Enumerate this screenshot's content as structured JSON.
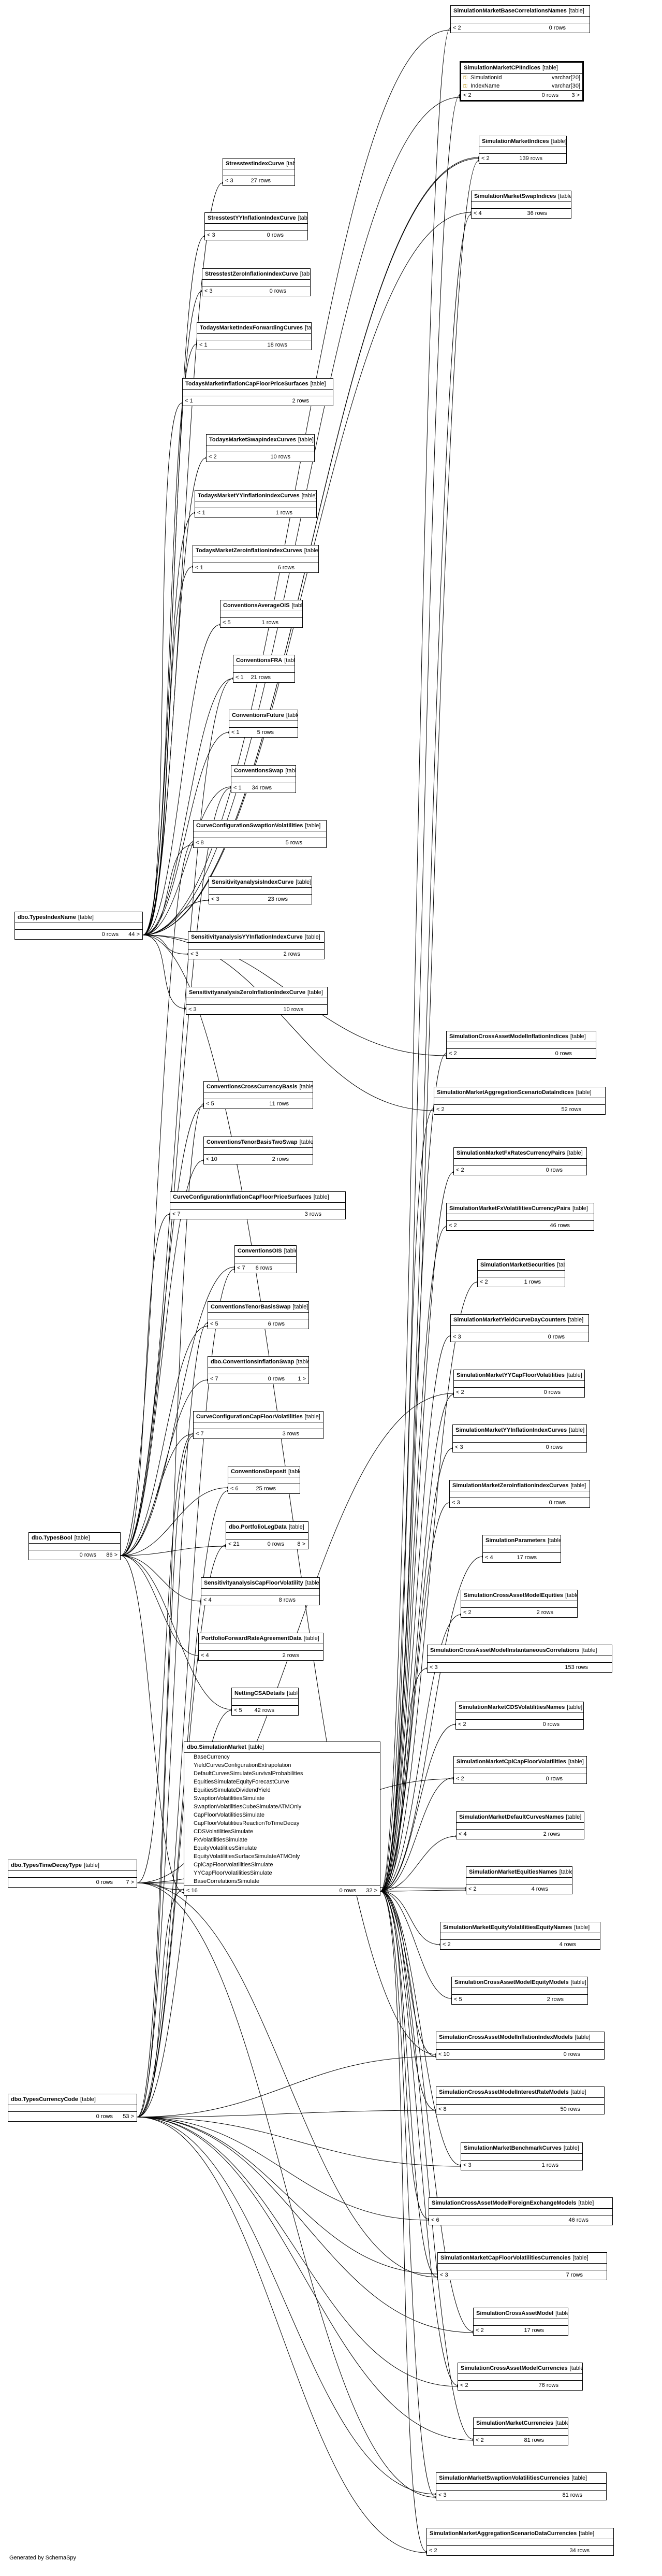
{
  "diagram": {
    "credit": "Generated by SchemaSpy",
    "line_color": "#000000",
    "tables": [
      {
        "id": "dbo_TypesIndexName",
        "name": "dbo.TypesIndexName",
        "kind": "table",
        "parents": "",
        "rows": "0",
        "children": "44"
      },
      {
        "id": "dbo_TypesBool",
        "name": "dbo.TypesBool",
        "kind": "table",
        "parents": "",
        "rows": "0",
        "children": "86"
      },
      {
        "id": "dbo_TypesTimeDecayType",
        "name": "dbo.TypesTimeDecayType",
        "kind": "table",
        "parents": "",
        "rows": "0",
        "children": "7"
      },
      {
        "id": "dbo_TypesCurrencyCode",
        "name": "dbo.TypesCurrencyCode",
        "kind": "table",
        "parents": "",
        "rows": "0",
        "children": "53"
      },
      {
        "id": "StresstestIndexCurve",
        "name": "StresstestIndexCurve",
        "kind": "table",
        "parents": "3",
        "rows": "27",
        "children": ""
      },
      {
        "id": "StresstestYYInflationIndexCurve",
        "name": "StresstestYYInflationIndexCurve",
        "kind": "table",
        "parents": "3",
        "rows": "0",
        "children": ""
      },
      {
        "id": "StresstestZeroInflationIndexCurve",
        "name": "StresstestZeroInflationIndexCurve",
        "kind": "table",
        "parents": "3",
        "rows": "0",
        "children": ""
      },
      {
        "id": "TodaysMarketIndexForwardingCurves",
        "name": "TodaysMarketIndexForwardingCurves",
        "kind": "table",
        "parents": "1",
        "rows": "18",
        "children": ""
      },
      {
        "id": "TodaysMarketInflationCapFloorPriceSurfaces",
        "name": "TodaysMarketInflationCapFloorPriceSurfaces",
        "kind": "table",
        "parents": "1",
        "rows": "2",
        "children": ""
      },
      {
        "id": "TodaysMarketSwapIndexCurves",
        "name": "TodaysMarketSwapIndexCurves",
        "kind": "table",
        "parents": "2",
        "rows": "10",
        "children": ""
      },
      {
        "id": "TodaysMarketYYInflationIndexCurves",
        "name": "TodaysMarketYYInflationIndexCurves",
        "kind": "table",
        "parents": "1",
        "rows": "1",
        "children": ""
      },
      {
        "id": "TodaysMarketZeroInflationIndexCurves",
        "name": "TodaysMarketZeroInflationIndexCurves",
        "kind": "table",
        "parents": "1",
        "rows": "6",
        "children": ""
      },
      {
        "id": "ConventionsAverageOIS",
        "name": "ConventionsAverageOIS",
        "kind": "table",
        "parents": "5",
        "rows": "1",
        "children": ""
      },
      {
        "id": "ConventionsFRA",
        "name": "ConventionsFRA",
        "kind": "table",
        "parents": "1",
        "rows": "21",
        "children": ""
      },
      {
        "id": "ConventionsFuture",
        "name": "ConventionsFuture",
        "kind": "table",
        "parents": "1",
        "rows": "5",
        "children": ""
      },
      {
        "id": "ConventionsSwap",
        "name": "ConventionsSwap",
        "kind": "table",
        "parents": "1",
        "rows": "34",
        "children": ""
      },
      {
        "id": "CurveConfigurationSwaptionVolatilities",
        "name": "CurveConfigurationSwaptionVolatilities",
        "kind": "table",
        "parents": "8",
        "rows": "5",
        "children": ""
      },
      {
        "id": "SensitivityanalysisIndexCurve",
        "name": "SensitivityanalysisIndexCurve",
        "kind": "table",
        "parents": "3",
        "rows": "23",
        "children": ""
      },
      {
        "id": "SensitivityanalysisYYInflationIndexCurve",
        "name": "SensitivityanalysisYYInflationIndexCurve",
        "kind": "table",
        "parents": "3",
        "rows": "2",
        "children": ""
      },
      {
        "id": "SensitivityanalysisZeroInflationIndexCurve",
        "name": "SensitivityanalysisZeroInflationIndexCurve",
        "kind": "table",
        "parents": "3",
        "rows": "10",
        "children": ""
      },
      {
        "id": "ConventionsCrossCurrencyBasis",
        "name": "ConventionsCrossCurrencyBasis",
        "kind": "table",
        "parents": "5",
        "rows": "11",
        "children": ""
      },
      {
        "id": "ConventionsTenorBasisTwoSwap",
        "name": "ConventionsTenorBasisTwoSwap",
        "kind": "table",
        "parents": "10",
        "rows": "2",
        "children": ""
      },
      {
        "id": "CurveConfigurationInflationCapFloorPriceSurfaces",
        "name": "CurveConfigurationInflationCapFloorPriceSurfaces",
        "kind": "table",
        "parents": "7",
        "rows": "3",
        "children": ""
      },
      {
        "id": "ConventionsOIS",
        "name": "ConventionsOIS",
        "kind": "table",
        "parents": "7",
        "rows": "6",
        "children": ""
      },
      {
        "id": "ConventionsTenorBasisSwap",
        "name": "ConventionsTenorBasisSwap",
        "kind": "table",
        "parents": "5",
        "rows": "6",
        "children": ""
      },
      {
        "id": "dbo_ConventionsInflationSwap",
        "name": "dbo.ConventionsInflationSwap",
        "kind": "table",
        "parents": "7",
        "rows": "0",
        "children": "1"
      },
      {
        "id": "CurveConfigurationCapFloorVolatilities",
        "name": "CurveConfigurationCapFloorVolatilities",
        "kind": "table",
        "parents": "7",
        "rows": "3",
        "children": ""
      },
      {
        "id": "ConventionsDeposit",
        "name": "ConventionsDeposit",
        "kind": "table",
        "parents": "6",
        "rows": "25",
        "children": ""
      },
      {
        "id": "dbo_PortfolioLegData",
        "name": "dbo.PortfolioLegData",
        "kind": "table",
        "parents": "21",
        "rows": "0",
        "children": "8"
      },
      {
        "id": "SensitivityanalysisCapFloorVolatility",
        "name": "SensitivityanalysisCapFloorVolatility",
        "kind": "table",
        "parents": "4",
        "rows": "8",
        "children": ""
      },
      {
        "id": "PortfolioForwardRateAgreementData",
        "name": "PortfolioForwardRateAgreementData",
        "kind": "table",
        "parents": "4",
        "rows": "2",
        "children": ""
      },
      {
        "id": "NettingCSADetails",
        "name": "NettingCSADetails",
        "kind": "table",
        "parents": "5",
        "rows": "42",
        "children": ""
      },
      {
        "id": "dbo_SimulationMarket",
        "name": "dbo.SimulationMarket",
        "kind": "table",
        "parents": "16",
        "rows": "0",
        "children": "32",
        "columns": [
          "BaseCurrency",
          "YieldCurvesConfigurationExtrapolation",
          "DefaultCurvesSimulateSurvivalProbabilities",
          "EquitiesSimulateEquityForecastCurve",
          "EquitiesSimulateDividendYield",
          "SwaptionVolatilitiesSimulate",
          "SwaptionVolatilitiesCubeSimulateATMOnly",
          "CapFloorVolatilitiesSimulate",
          "CapFloorVolatilitiesReactionToTimeDecay",
          "CDSVolatilitiesSimulate",
          "FxVolatilitiesSimulate",
          "EquityVolatilitiesSimulate",
          "EquityVolatilitiesSurfaceSimulateATMOnly",
          "CpiCapFloorVolatilitiesSimulate",
          "YYCapFloorVolatilitiesSimulate",
          "BaseCorrelationsSimulate"
        ]
      },
      {
        "id": "SimulationMarketBaseCorrelationsNames",
        "name": "SimulationMarketBaseCorrelationsNames",
        "kind": "table",
        "parents": "2",
        "rows": "0",
        "children": ""
      },
      {
        "id": "SimulationMarketCPIIndices",
        "name": "SimulationMarketCPIIndices",
        "kind": "table",
        "parents": "2",
        "rows": "0",
        "children": "3",
        "selected": true,
        "keyed_columns": [
          {
            "name": "SimulationId",
            "type": "varchar[20]"
          },
          {
            "name": "IndexName",
            "type": "varchar[30]"
          }
        ]
      },
      {
        "id": "SimulationMarketIndices",
        "name": "SimulationMarketIndices",
        "kind": "table",
        "parents": "2",
        "rows": "139",
        "children": ""
      },
      {
        "id": "SimulationMarketSwapIndices",
        "name": "SimulationMarketSwapIndices",
        "kind": "table",
        "parents": "4",
        "rows": "36",
        "children": ""
      },
      {
        "id": "SimulationCrossAssetModelInflationIndices",
        "name": "SimulationCrossAssetModelInflationIndices",
        "kind": "table",
        "parents": "2",
        "rows": "0",
        "children": ""
      },
      {
        "id": "SimulationMarketAggregationScenarioDataIndices",
        "name": "SimulationMarketAggregationScenarioDataIndices",
        "kind": "table",
        "parents": "2",
        "rows": "52",
        "children": ""
      },
      {
        "id": "SimulationMarketFxRatesCurrencyPairs",
        "name": "SimulationMarketFxRatesCurrencyPairs",
        "kind": "table",
        "parents": "2",
        "rows": "0",
        "children": ""
      },
      {
        "id": "SimulationMarketFxVolatilitiesCurrencyPairs",
        "name": "SimulationMarketFxVolatilitiesCurrencyPairs",
        "kind": "table",
        "parents": "2",
        "rows": "46",
        "children": ""
      },
      {
        "id": "SimulationMarketSecurities",
        "name": "SimulationMarketSecurities",
        "kind": "table",
        "parents": "2",
        "rows": "1",
        "children": ""
      },
      {
        "id": "SimulationMarketYieldCurveDayCounters",
        "name": "SimulationMarketYieldCurveDayCounters",
        "kind": "table",
        "parents": "3",
        "rows": "0",
        "children": ""
      },
      {
        "id": "SimulationMarketYYCapFloorVolatilities",
        "name": "SimulationMarketYYCapFloorVolatilities",
        "kind": "table",
        "parents": "2",
        "rows": "0",
        "children": ""
      },
      {
        "id": "SimulationMarketYYInflationIndexCurves",
        "name": "SimulationMarketYYInflationIndexCurves",
        "kind": "table",
        "parents": "3",
        "rows": "0",
        "children": ""
      },
      {
        "id": "SimulationMarketZeroInflationIndexCurves",
        "name": "SimulationMarketZeroInflationIndexCurves",
        "kind": "table",
        "parents": "3",
        "rows": "0",
        "children": ""
      },
      {
        "id": "SimulationParameters",
        "name": "SimulationParameters",
        "kind": "table",
        "parents": "4",
        "rows": "17",
        "children": ""
      },
      {
        "id": "SimulationCrossAssetModelEquities",
        "name": "SimulationCrossAssetModelEquities",
        "kind": "table",
        "parents": "2",
        "rows": "2",
        "children": ""
      },
      {
        "id": "SimulationCrossAssetModelInstantaneousCorrelations",
        "name": "SimulationCrossAssetModelInstantaneousCorrelations",
        "kind": "table",
        "parents": "3",
        "rows": "153",
        "children": ""
      },
      {
        "id": "SimulationMarketCDSVolatilitiesNames",
        "name": "SimulationMarketCDSVolatilitiesNames",
        "kind": "table",
        "parents": "2",
        "rows": "0",
        "children": ""
      },
      {
        "id": "SimulationMarketCpiCapFloorVolatilities",
        "name": "SimulationMarketCpiCapFloorVolatilities",
        "kind": "table",
        "parents": "2",
        "rows": "0",
        "children": ""
      },
      {
        "id": "SimulationMarketDefaultCurvesNames",
        "name": "SimulationMarketDefaultCurvesNames",
        "kind": "table",
        "parents": "4",
        "rows": "2",
        "children": ""
      },
      {
        "id": "SimulationMarketEquitiesNames",
        "name": "SimulationMarketEquitiesNames",
        "kind": "table",
        "parents": "2",
        "rows": "4",
        "children": ""
      },
      {
        "id": "SimulationMarketEquityVolatilitiesEquityNames",
        "name": "SimulationMarketEquityVolatilitiesEquityNames",
        "kind": "table",
        "parents": "2",
        "rows": "4",
        "children": ""
      },
      {
        "id": "SimulationCrossAssetModelEquityModels",
        "name": "SimulationCrossAssetModelEquityModels",
        "kind": "table",
        "parents": "5",
        "rows": "2",
        "children": ""
      },
      {
        "id": "SimulationCrossAssetModelInflationIndexModels",
        "name": "SimulationCrossAssetModelInflationIndexModels",
        "kind": "table",
        "parents": "10",
        "rows": "0",
        "children": ""
      },
      {
        "id": "SimulationCrossAssetModelInterestRateModels",
        "name": "SimulationCrossAssetModelInterestRateModels",
        "kind": "table",
        "parents": "8",
        "rows": "50",
        "children": ""
      },
      {
        "id": "SimulationMarketBenchmarkCurves",
        "name": "SimulationMarketBenchmarkCurves",
        "kind": "table",
        "parents": "3",
        "rows": "1",
        "children": ""
      },
      {
        "id": "SimulationCrossAssetModelForeignExchangeModels",
        "name": "SimulationCrossAssetModelForeignExchangeModels",
        "kind": "table",
        "parents": "6",
        "rows": "46",
        "children": ""
      },
      {
        "id": "SimulationMarketCapFloorVolatilitiesCurrencies",
        "name": "SimulationMarketCapFloorVolatilitiesCurrencies",
        "kind": "table",
        "parents": "3",
        "rows": "7",
        "children": ""
      },
      {
        "id": "SimulationCrossAssetModel",
        "name": "SimulationCrossAssetModel",
        "kind": "table",
        "parents": "2",
        "rows": "17",
        "children": ""
      },
      {
        "id": "SimulationCrossAssetModelCurrencies",
        "name": "SimulationCrossAssetModelCurrencies",
        "kind": "table",
        "parents": "2",
        "rows": "76",
        "children": ""
      },
      {
        "id": "SimulationMarketCurrencies",
        "name": "SimulationMarketCurrencies",
        "kind": "table",
        "parents": "2",
        "rows": "81",
        "children": ""
      },
      {
        "id": "SimulationMarketSwaptionVolatilitiesCurrencies",
        "name": "SimulationMarketSwaptionVolatilitiesCurrencies",
        "kind": "table",
        "parents": "3",
        "rows": "81",
        "children": ""
      },
      {
        "id": "SimulationMarketAggregationScenarioDataCurrencies",
        "name": "SimulationMarketAggregationScenarioDataCurrencies",
        "kind": "table",
        "parents": "2",
        "rows": "34",
        "children": ""
      }
    ]
  }
}
